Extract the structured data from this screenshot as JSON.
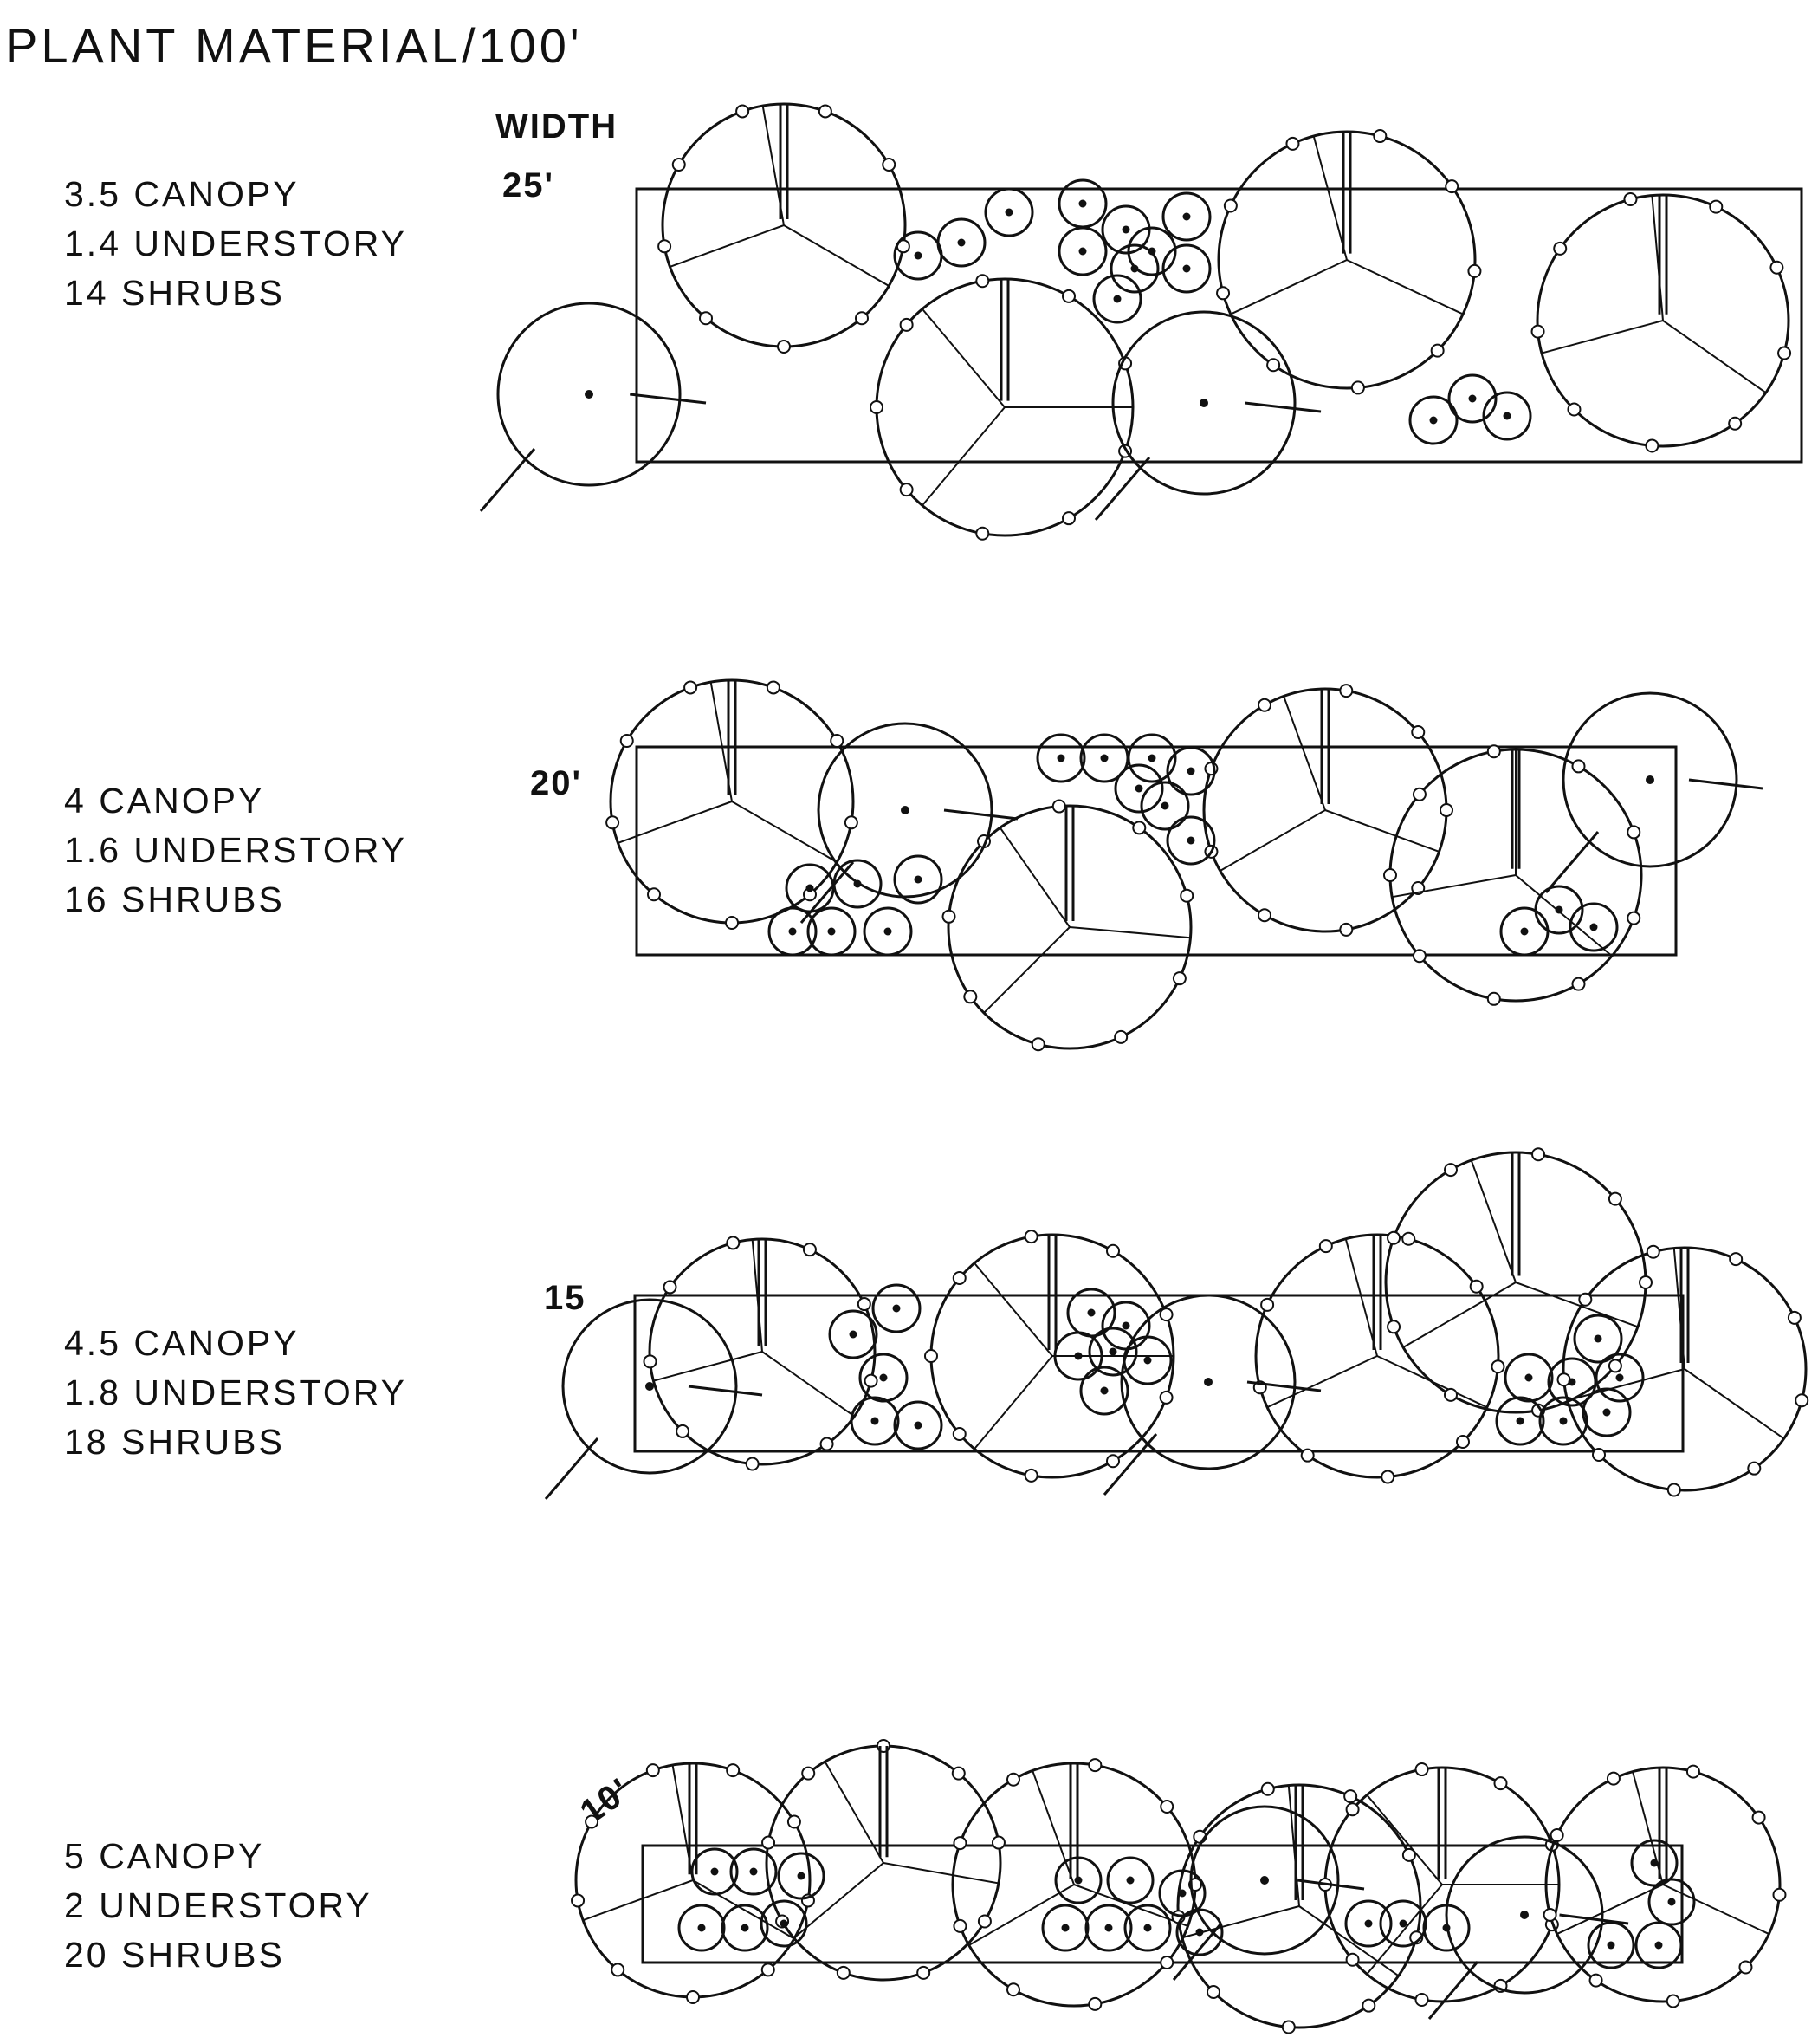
{
  "title": "PLANT MATERIAL/100'",
  "width_header": "WIDTH",
  "rows": [
    {
      "width": "25'",
      "canopy": "3.5 CANOPY",
      "understory": "1.4 UNDERSTORY",
      "shrubs": "14 SHRUBS"
    },
    {
      "width": "20'",
      "canopy": "4 CANOPY",
      "understory": "1.6 UNDERSTORY",
      "shrubs": "16 SHRUBS"
    },
    {
      "width": "15",
      "canopy": "4.5 CANOPY",
      "understory": "1.8 UNDERSTORY",
      "shrubs": "18 SHRUBS"
    },
    {
      "width": "10'",
      "canopy": "5 CANOPY",
      "understory": "2 UNDERSTORY",
      "shrubs": "20 SHRUBS"
    }
  ],
  "colors": {
    "ink": "#111111",
    "paper": "#ffffff"
  }
}
